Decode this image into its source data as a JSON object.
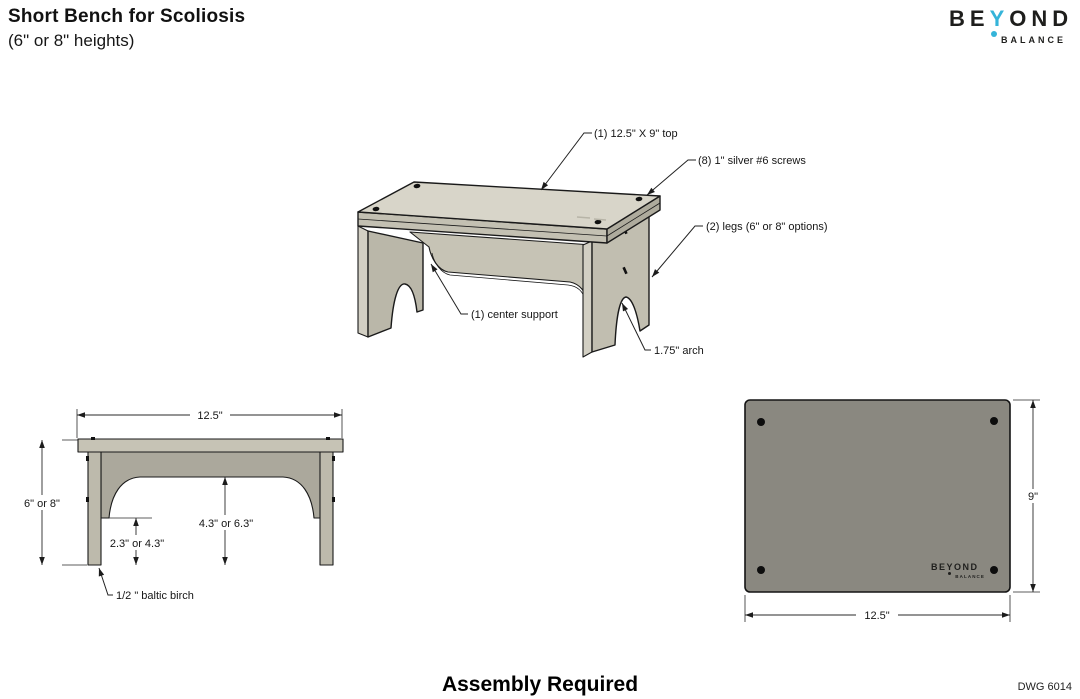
{
  "header": {
    "title": "Short Bench for Scoliosis",
    "subtitle": "(6\" or 8\" heights)",
    "logo": {
      "be": "BE",
      "y": "Y",
      "ond": "OND",
      "sub": "BALANCE"
    }
  },
  "colors": {
    "accent_cyan": "#35b4d9",
    "wood_top": "#d8d5c9",
    "wood_mid": "#c6c3b5",
    "wood_dark": "#aba89c",
    "plate_gray": "#8a8880"
  },
  "iso_view": {
    "callouts": {
      "top": "(1) 12.5\" X 9\" top",
      "screws": "(8) 1\" silver #6 screws",
      "legs": "(2) legs (6\" or 8\" options)",
      "center_support": "(1) center support",
      "arch": "1.75\" arch"
    }
  },
  "front_view": {
    "dims": {
      "width": "12.5\"",
      "height": "6\" or 8\"",
      "arch_center_height": "4.3\" or 6.3\"",
      "arch_end_height": "2.3\" or 4.3\"",
      "material": "1/2 \" baltic birch"
    }
  },
  "top_view": {
    "dims": {
      "depth": "9\"",
      "width": "12.5\""
    },
    "engraving": {
      "line1": "BEYOND",
      "line2": "BALANCE"
    }
  },
  "footer": {
    "note": "Assembly Required",
    "dwg": "DWG 6014"
  }
}
